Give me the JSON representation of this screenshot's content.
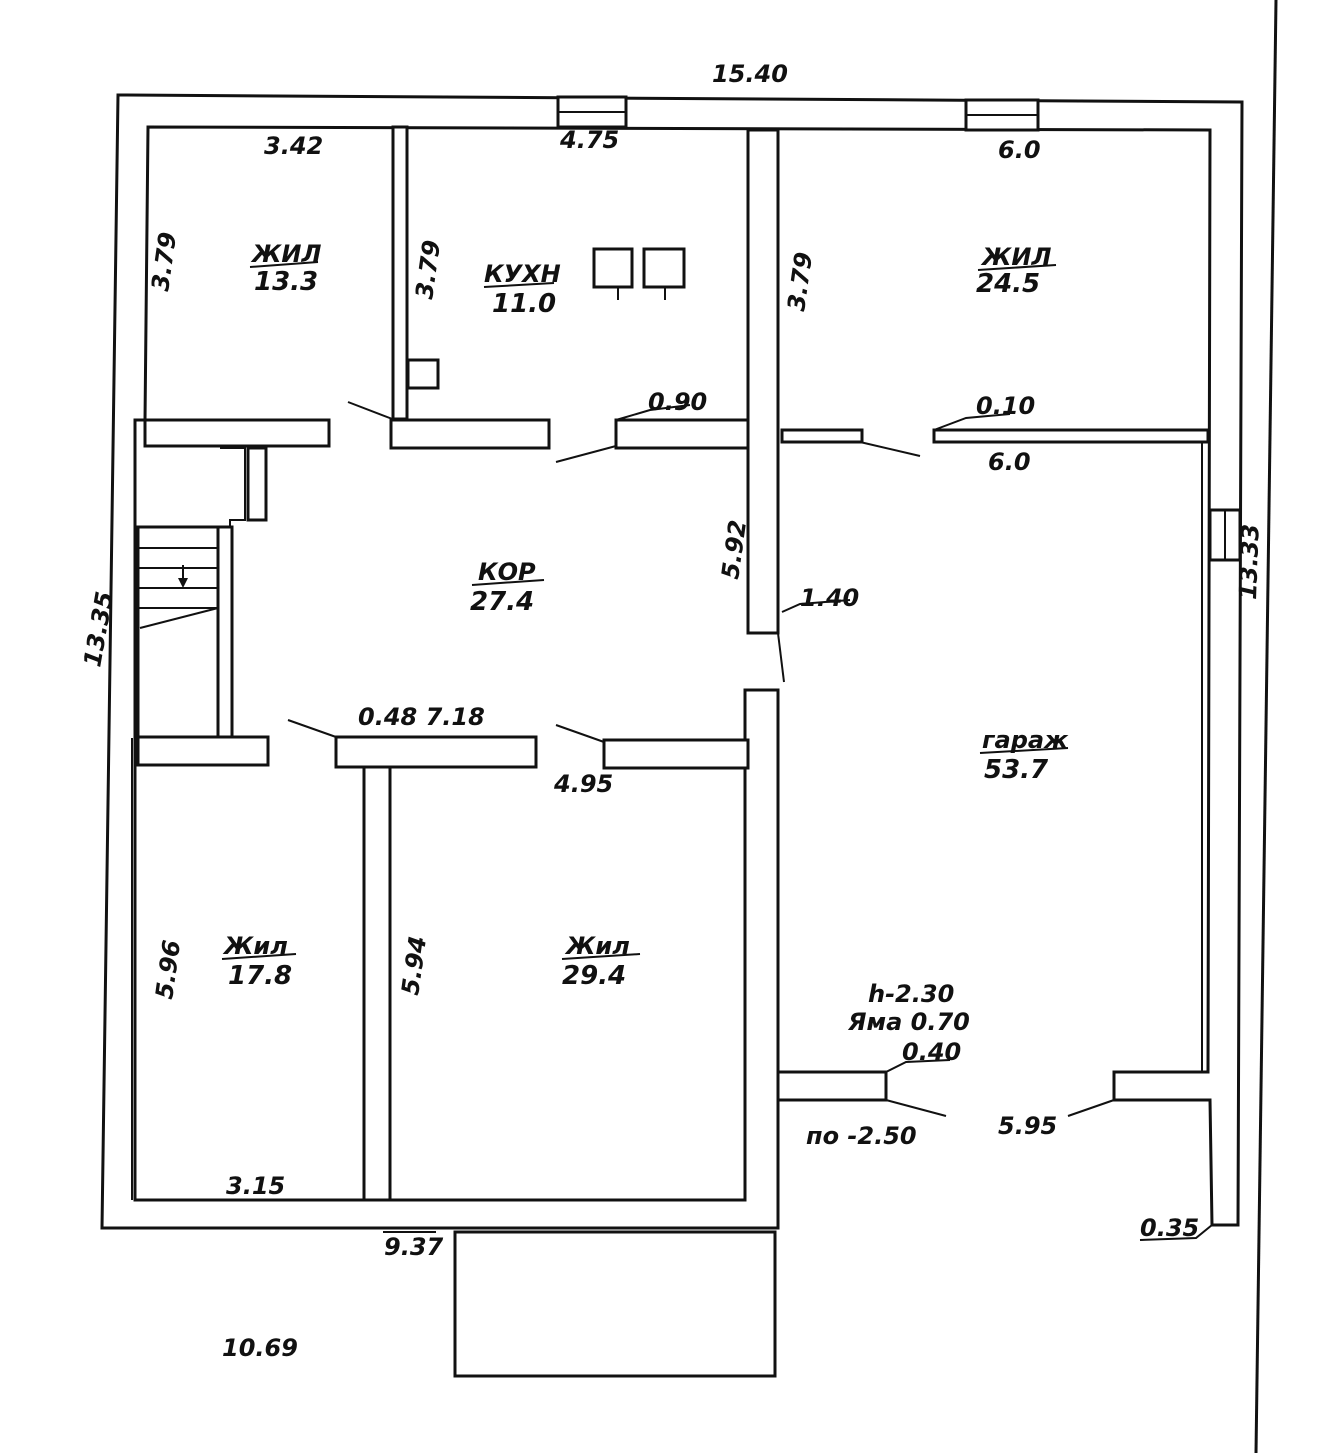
{
  "dimensions": {
    "top_overall": "15.40",
    "top_window_1": "4.75",
    "top_left_room": "3.42",
    "top_right_room": "6.0",
    "right_room_bottom": "6.0",
    "left_overall": "13.35",
    "right_overall": "13.33",
    "left_top_room_height": "3.79",
    "mid_room_height": "3.79",
    "right_top_room_height": "3.79",
    "corridor_wall": "5.92",
    "door_corridor_right": "1.40",
    "door_kitchen": "0.90",
    "door_right_room": "0.10",
    "corridor_bottom": "0.48  7.18",
    "corridor_bottom_right": "4.95",
    "bottom_left_room_height": "5.96",
    "bottom_mid_room_height": "5.94",
    "bottom_left_width": "3.15",
    "bottom_total": "9.37",
    "bottom_extension": "10.69",
    "garage_door": "0.40",
    "garage_gate": "5.95",
    "corner_offset": "0.35"
  },
  "rooms": [
    {
      "id": "top-left",
      "name": "ЖИЛ",
      "area": "13.3"
    },
    {
      "id": "kitchen",
      "name": "КУХН",
      "area": "11.0"
    },
    {
      "id": "top-right",
      "name": "ЖИЛ",
      "area": "24.5"
    },
    {
      "id": "corridor",
      "name": "КОР",
      "area": "27.4"
    },
    {
      "id": "garage",
      "name": "гараж",
      "area": "53.7"
    },
    {
      "id": "bottom-left",
      "name": "Жил",
      "area": "17.8"
    },
    {
      "id": "bottom-mid",
      "name": "Жил",
      "area": "29.4"
    }
  ],
  "notes": {
    "height": "h-2.30",
    "pit": "Яма 0.70",
    "floor": "по -2.50"
  }
}
